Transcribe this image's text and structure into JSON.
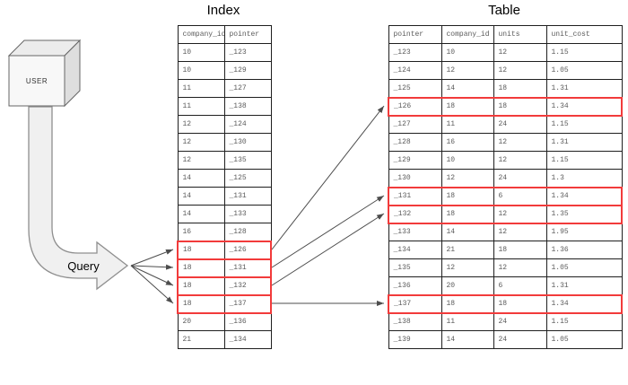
{
  "diagram": {
    "user_label": "USER",
    "query_label": "Query"
  },
  "colors": {
    "highlight": "#f23b3b"
  },
  "index_table": {
    "title": "Index",
    "columns": [
      "company_id",
      "pointer"
    ],
    "rows": [
      {
        "company_id": "10",
        "pointer": "_123",
        "highlight": false
      },
      {
        "company_id": "10",
        "pointer": "_129",
        "highlight": false
      },
      {
        "company_id": "11",
        "pointer": "_127",
        "highlight": false
      },
      {
        "company_id": "11",
        "pointer": "_138",
        "highlight": false
      },
      {
        "company_id": "12",
        "pointer": "_124",
        "highlight": false
      },
      {
        "company_id": "12",
        "pointer": "_130",
        "highlight": false
      },
      {
        "company_id": "12",
        "pointer": "_135",
        "highlight": false
      },
      {
        "company_id": "14",
        "pointer": "_125",
        "highlight": false
      },
      {
        "company_id": "14",
        "pointer": "_131",
        "highlight": false
      },
      {
        "company_id": "14",
        "pointer": "_133",
        "highlight": false
      },
      {
        "company_id": "16",
        "pointer": "_128",
        "highlight": false
      },
      {
        "company_id": "18",
        "pointer": "_126",
        "highlight": true
      },
      {
        "company_id": "18",
        "pointer": "_131",
        "highlight": true
      },
      {
        "company_id": "18",
        "pointer": "_132",
        "highlight": true
      },
      {
        "company_id": "18",
        "pointer": "_137",
        "highlight": true
      },
      {
        "company_id": "20",
        "pointer": "_136",
        "highlight": false
      },
      {
        "company_id": "21",
        "pointer": "_134",
        "highlight": false
      }
    ]
  },
  "main_table": {
    "title": "Table",
    "columns": [
      "pointer",
      "company_id",
      "units",
      "unit_cost"
    ],
    "rows": [
      {
        "pointer": "_123",
        "company_id": "10",
        "units": "12",
        "unit_cost": "1.15",
        "highlight": false
      },
      {
        "pointer": "_124",
        "company_id": "12",
        "units": "12",
        "unit_cost": "1.05",
        "highlight": false
      },
      {
        "pointer": "_125",
        "company_id": "14",
        "units": "18",
        "unit_cost": "1.31",
        "highlight": false
      },
      {
        "pointer": "_126",
        "company_id": "18",
        "units": "18",
        "unit_cost": "1.34",
        "highlight": true
      },
      {
        "pointer": "_127",
        "company_id": "11",
        "units": "24",
        "unit_cost": "1.15",
        "highlight": false
      },
      {
        "pointer": "_128",
        "company_id": "16",
        "units": "12",
        "unit_cost": "1.31",
        "highlight": false
      },
      {
        "pointer": "_129",
        "company_id": "10",
        "units": "12",
        "unit_cost": "1.15",
        "highlight": false
      },
      {
        "pointer": "_130",
        "company_id": "12",
        "units": "24",
        "unit_cost": "1.3",
        "highlight": false
      },
      {
        "pointer": "_131",
        "company_id": "18",
        "units": "6",
        "unit_cost": "1.34",
        "highlight": true
      },
      {
        "pointer": "_132",
        "company_id": "18",
        "units": "12",
        "unit_cost": "1.35",
        "highlight": true
      },
      {
        "pointer": "_133",
        "company_id": "14",
        "units": "12",
        "unit_cost": "1.95",
        "highlight": false
      },
      {
        "pointer": "_134",
        "company_id": "21",
        "units": "18",
        "unit_cost": "1.36",
        "highlight": false
      },
      {
        "pointer": "_135",
        "company_id": "12",
        "units": "12",
        "unit_cost": "1.05",
        "highlight": false
      },
      {
        "pointer": "_136",
        "company_id": "20",
        "units": "6",
        "unit_cost": "1.31",
        "highlight": false
      },
      {
        "pointer": "_137",
        "company_id": "18",
        "units": "18",
        "unit_cost": "1.34",
        "highlight": true
      },
      {
        "pointer": "_138",
        "company_id": "11",
        "units": "24",
        "unit_cost": "1.15",
        "highlight": false
      },
      {
        "pointer": "_139",
        "company_id": "14",
        "units": "24",
        "unit_cost": "1.05",
        "highlight": false
      }
    ]
  }
}
